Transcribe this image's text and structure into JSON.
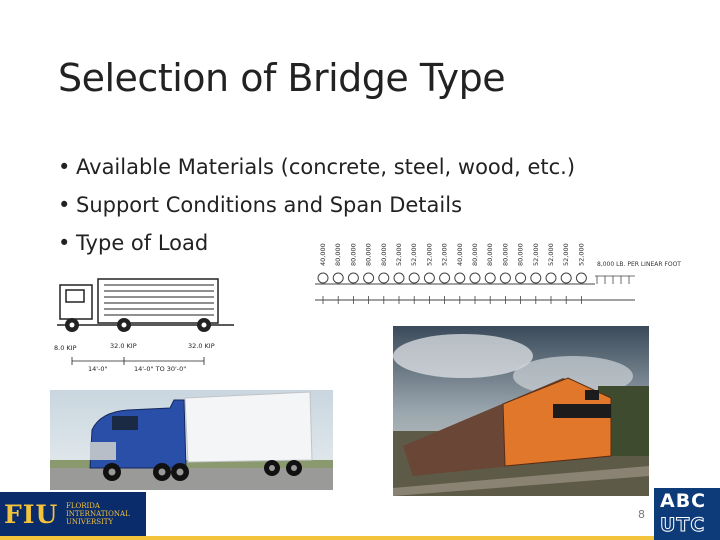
{
  "slide": {
    "title": "Selection of Bridge Type",
    "bullets": [
      "Available Materials (concrete, steel, wood, etc.)",
      "Support Conditions and Span Details",
      "Type of Load"
    ],
    "page_number": "8"
  },
  "hs_truck_labels": {
    "axle_loads": [
      "8.0 KIP",
      "32.0 KIP",
      "32.0 KIP"
    ],
    "spacings": [
      "14'-0\"",
      "14'-0\" TO 30'-0\""
    ]
  },
  "train_load_labels": {
    "axle_loads": [
      "40,000",
      "80,000",
      "80,000",
      "80,000",
      "80,000",
      "52,000",
      "52,000",
      "52,000",
      "52,000",
      "40,000",
      "80,000",
      "80,000",
      "80,000",
      "80,000",
      "52,000",
      "52,000",
      "52,000",
      "52,000"
    ],
    "uniform_load": "8,000 LB. PER LINEAR FOOT"
  },
  "logos": {
    "fiu_mark": "FIU",
    "fiu_name_lines": [
      "FLORIDA",
      "INTERNATIONAL",
      "UNIVERSITY"
    ],
    "abc_top": "ABC",
    "abc_bottom": "UTC"
  },
  "colors": {
    "fiu_blue": "#0b2c6b",
    "fiu_gold": "#f3c33c",
    "abc_blue": "#0d3b7a",
    "truck_blue": "#2a4fa8",
    "locomotive_orange": "#e0772b"
  }
}
